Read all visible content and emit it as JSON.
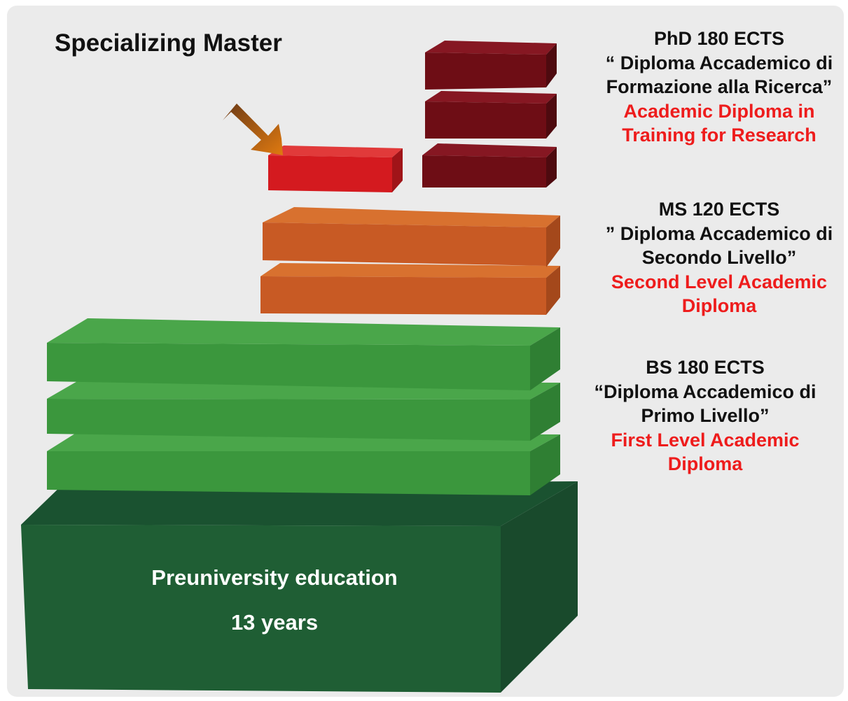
{
  "specializing": {
    "title": "Specializing Master"
  },
  "phd": {
    "line1": "PhD 180 ECTS",
    "line2": "“ Diploma Accademico di",
    "line3": "Formazione alla Ricerca”",
    "line4": "Academic Diploma in",
    "line5": "Training for Research"
  },
  "ms": {
    "line1": "MS 120 ECTS",
    "line2": "”  Diploma Accademico di",
    "line3": "Secondo Livello”",
    "line4": "Second Level Academic",
    "line5": "Diploma"
  },
  "bs": {
    "line1": "BS 180 ECTS",
    "line2": "“Diploma Accademico di",
    "line3": "Primo Livello”",
    "line4": "First Level Academic",
    "line5": "Diploma"
  },
  "base": {
    "line1": "Preuniversity education",
    "line2": "13 years"
  },
  "colors": {
    "panel": "#ebebeb",
    "phd_block": "#6e0d15",
    "specializing_block": "#d41a1f",
    "ms_block": "#c85a24",
    "bs_block": "#3d9a3d",
    "base_block": "#1f5e34",
    "arrow": "#b8560f",
    "red_text": "#ee1c1c"
  }
}
